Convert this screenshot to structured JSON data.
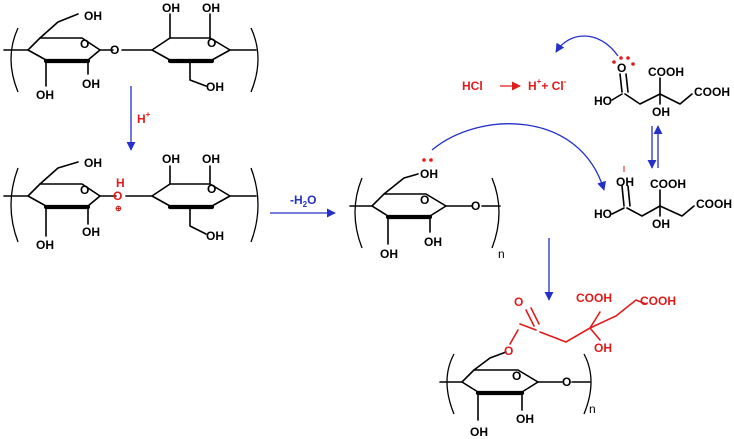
{
  "labels": {
    "oh": "OH",
    "o": "O",
    "h": "H",
    "plus": "+",
    "oplus": "⊕",
    "minus": "-",
    "hcl": "HCl",
    "hplus_h": "H",
    "cl": "+ Cl",
    "h2o_minus": "-H",
    "h2o_sub": "2",
    "h2o_o": "O",
    "cooh": "COOH",
    "ho": "HO",
    "n": "n"
  },
  "colors": {
    "arrow": "#2430c8",
    "highlight": "#e21a1a",
    "bond": "#000000"
  }
}
